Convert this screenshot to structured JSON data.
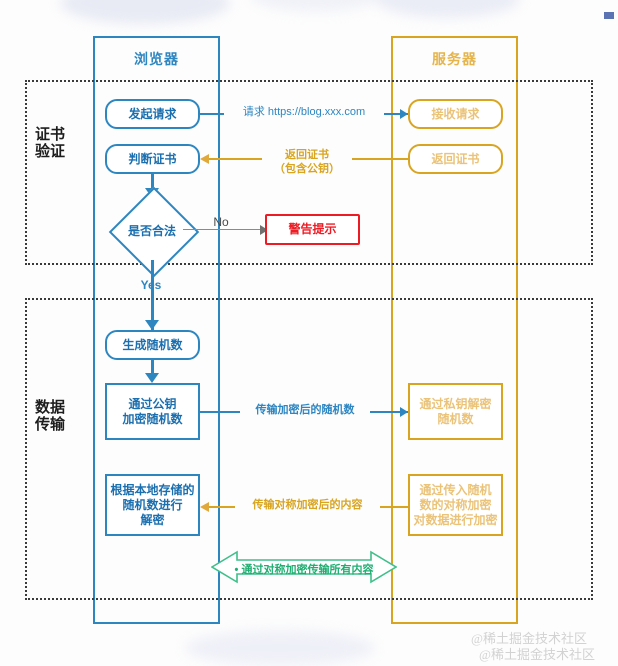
{
  "lanes": {
    "browser": {
      "title": "浏览器",
      "color": "#2E86C1"
    },
    "server": {
      "title": "服务器",
      "color": "#D9A521"
    }
  },
  "sections": [
    {
      "label": "证书验证"
    },
    {
      "label": "数据传输"
    }
  ],
  "nodes": {
    "initiate_request": "发起请求",
    "judge_certificate": "判断证书",
    "is_legal": "是否合法",
    "warning": "警告提示",
    "generate_random": "生成随机数",
    "encrypt_with_pubkey": "通过公钥\n加密随机数",
    "decrypt_local": "根据本地存储的\n随机数进行\n解密",
    "receive_request": "接收请求",
    "return_certificate": "返回证书",
    "decrypt_with_privkey": "通过私钥解密\n随机数",
    "symmetric_encrypt": "通过传入随机\n数的对称加密\n对数据进行加密"
  },
  "edges": {
    "request_url": "请求 https://blog.xxx.com",
    "return_cert_line1": "返回证书",
    "return_cert_line2": "（包含公钥）",
    "no": "No",
    "yes": "Yes",
    "transmit_encrypted_random": "传输加密后的随机数",
    "transmit_symmetric_content": "传输对称加密后的内容",
    "all_content_symmetric": "• 通过对称加密传输所有内容"
  },
  "watermark": {
    "line1": "@稀土掘金技术社区",
    "line2": "@稀土掘金技术社区"
  },
  "colors": {
    "blue": "#2E86C1",
    "gold": "#D9A521",
    "gold_text": "#EBC378",
    "red": "#ED1C24",
    "green": "#1FAE72",
    "gray": "#8a8a8a"
  }
}
